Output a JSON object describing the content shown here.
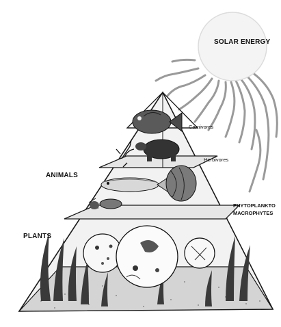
{
  "labels": {
    "sun": "SOLAR ENERGY",
    "carnivores": "Carnivores",
    "herbivores": "Herbivores",
    "animals": "ANIMALS",
    "phytoplankton": "PHYTOPLANKTO",
    "macrophytes": "MACROPHYTES",
    "plants": "PLANTS"
  },
  "colors": {
    "outline": "#1a1a1a",
    "sun_fill": "#f4f4f4",
    "ray": "#9a9a9a",
    "pyramid_face": "#e6e6e6",
    "ground": "#d4d4d4",
    "weed": "#3a3a3a"
  },
  "icons": [
    "sun-icon",
    "bluegill-fish-icon",
    "turtle-icon",
    "crayfish-icon",
    "trout-fish-icon",
    "clam-icon",
    "snail-icon",
    "plankton-circle-icon",
    "microorganism-circle-icon",
    "aquatic-weed-icon"
  ]
}
